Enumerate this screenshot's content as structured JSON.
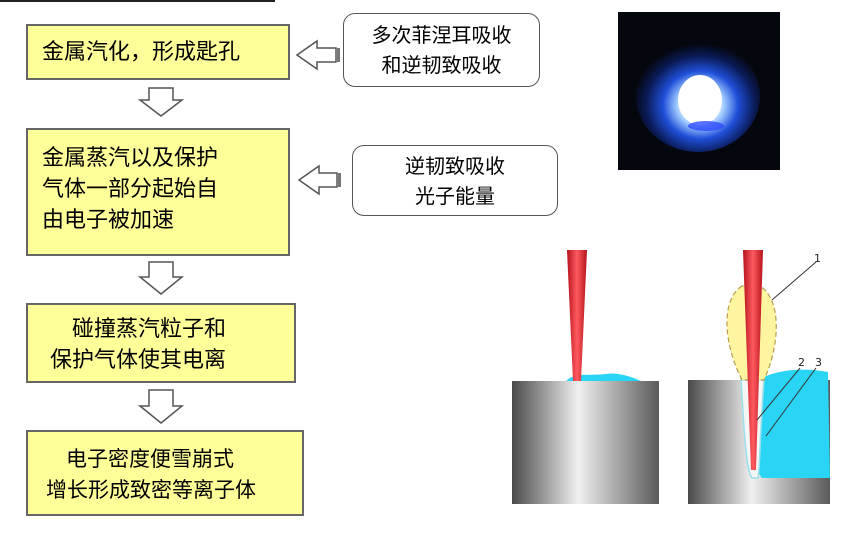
{
  "flow": {
    "step1": [
      "金属汽化，形成匙孔"
    ],
    "step2": [
      "金属蒸汽以及保护",
      "气体一部分起始自",
      "由电子被加速"
    ],
    "step3": [
      "碰撞蒸汽粒子和",
      "保护气体使其电离"
    ],
    "step4": [
      "电子密度便雪崩式",
      "增长形成致密等离子体"
    ]
  },
  "notes": {
    "note1": [
      "多次菲涅耳吸收",
      "和逆韧致吸收"
    ],
    "note2": [
      "逆韧致吸收",
      "光子能量"
    ]
  },
  "figure_labels": {
    "label1": "1",
    "label2": "2",
    "label3": "3"
  },
  "colors": {
    "box_fill": "#ffff99",
    "beam": "#e8202a",
    "melt": "#2ad4f5",
    "plasma": "#fff5a0"
  }
}
